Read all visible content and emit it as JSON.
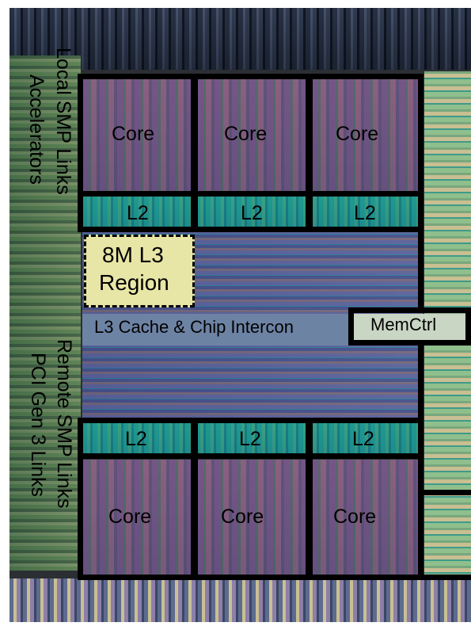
{
  "labels": {
    "core": "Core",
    "l2": "L2",
    "l3_region_line1": "8M L3",
    "l3_region_line2": "Region",
    "l3_cache": "L3 Cache & Chip Intercon",
    "memctrl": "MemCtrl",
    "local_smp": "Local SMP Links",
    "accelerators": "Accelerators",
    "remote_smp": "Remote SMP Links",
    "pci": "PCI Gen 3 Links"
  }
}
